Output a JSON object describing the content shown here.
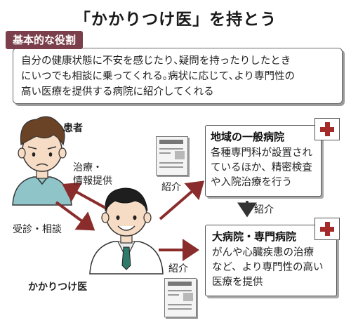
{
  "title": "「かかりつけ医」を持とう",
  "role": {
    "heading": "基本的な役割",
    "lines": [
      "自分の健康状態に不安を感じたり､疑問を持ったりしたとき",
      "にいつでも相談に乗ってくれる｡病状に応じて､より専門性の",
      "高い医療を提供する病院に紹介してくれる"
    ]
  },
  "people": {
    "patient": "患者",
    "doctor": "かかりつけ医"
  },
  "arrows": {
    "treatment": [
      "治療・",
      "情報提供"
    ],
    "consult": "受診・相談",
    "referral_1": "紹介",
    "referral_2": "紹介",
    "referral_3": "紹介"
  },
  "local_hospital": {
    "name": "地域の一般病院",
    "desc": [
      "各種専門科が設置され",
      "ているほか、精密検査",
      "や入院治療を行う"
    ]
  },
  "large_hospital": {
    "name": "大病院・専門病院",
    "desc": [
      "がんや心臓疾患の治療",
      "など、より専門性の高い",
      "医療を提供"
    ]
  },
  "colors": {
    "accent": "#7a3f4a",
    "arrow": "#8b2c2c",
    "cross": "#a52a2a",
    "shirt_patient": "#8fc4c9",
    "tie": "#2f7a6a"
  }
}
